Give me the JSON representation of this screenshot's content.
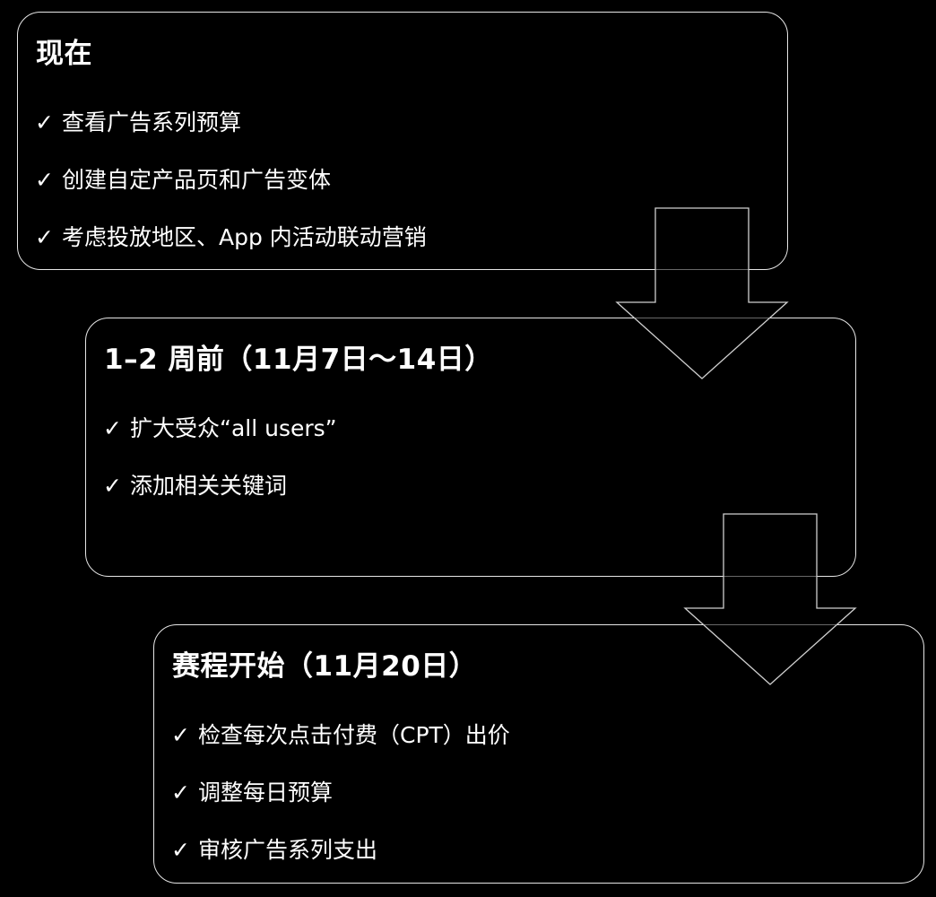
{
  "colors": {
    "background": "#000000",
    "border": "#e6e6e6",
    "text": "#ffffff"
  },
  "check_mark": "✓",
  "stages": [
    {
      "title": "现在",
      "tasks": [
        "查看广告系列预算",
        "创建自定产品页和广告变体",
        "考虑投放地区、App 内活动联动营销"
      ]
    },
    {
      "title": "1–2 周前（11月7日～14日）",
      "tasks": [
        "扩大受众“all users”",
        "添加相关关键词"
      ]
    },
    {
      "title": "赛程开始（11月20日）",
      "tasks": [
        "检查每次点击付费（CPT）出价",
        "调整每日预算",
        "审核广告系列支出"
      ]
    }
  ]
}
